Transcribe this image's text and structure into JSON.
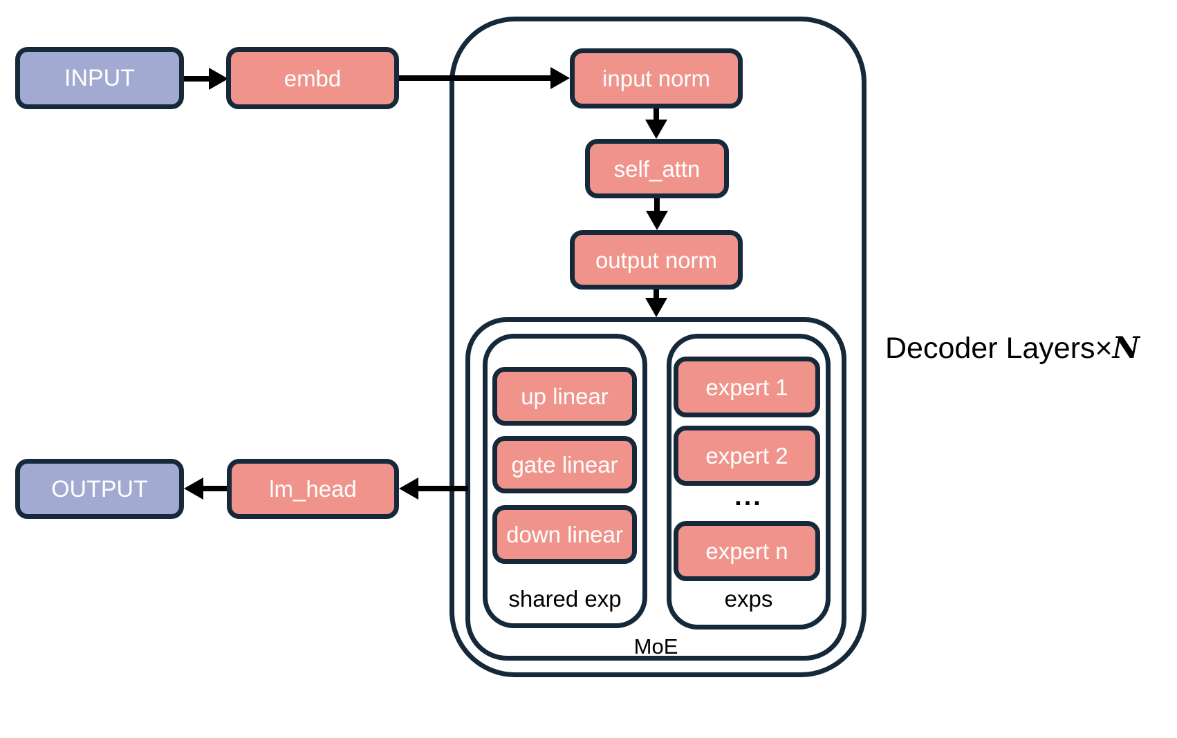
{
  "colors": {
    "border": "#15293B",
    "arrow": "#000000",
    "accent_fill": "#F0948B",
    "io_fill": "#A3AAD2",
    "text_light": "#FFFFFF",
    "text_dark": "#000000",
    "background": "#FFFFFF"
  },
  "nodes": {
    "input": "INPUT",
    "embd": "embd",
    "input_norm": "input norm",
    "self_attn": "self_attn",
    "output_norm": "output norm",
    "up_linear": "up linear",
    "gate_linear": "gate linear",
    "down_linear": "down linear",
    "expert_1": "expert 1",
    "expert_2": "expert 2",
    "experts_ellipsis": "...",
    "expert_n": "expert n",
    "lm_head": "lm_head",
    "output": "OUTPUT"
  },
  "labels": {
    "shared_exp": "shared exp",
    "exps": "exps",
    "moe": "MoE",
    "decoder_layers": "Decoder Layers",
    "times": "×",
    "n": "N"
  }
}
